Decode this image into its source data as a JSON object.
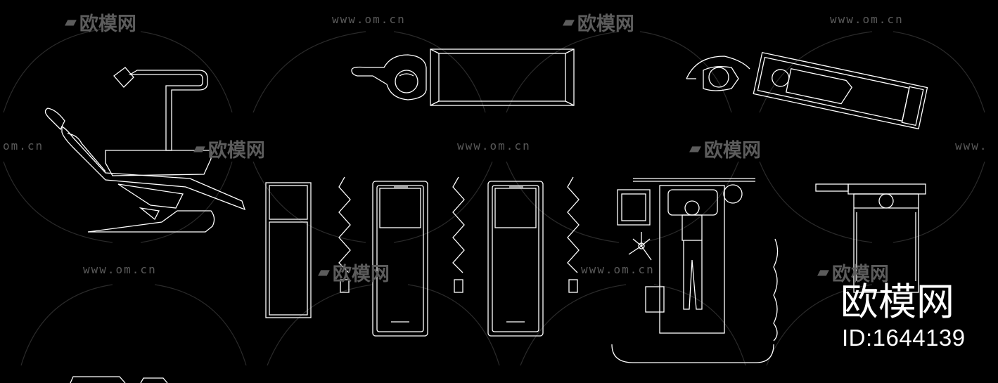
{
  "watermark": {
    "url": "www.om.cn",
    "url_partial_left": "om.cn",
    "url_partial_right": "www.",
    "brand_cn": "欧模网",
    "logo_icon": "sofa-icon"
  },
  "brand": {
    "name": "欧模网",
    "id": "ID:1644139"
  },
  "drawing": {
    "line_color": "#ffffff",
    "background": "#000000",
    "watermark_color": "#5a5a5a"
  }
}
